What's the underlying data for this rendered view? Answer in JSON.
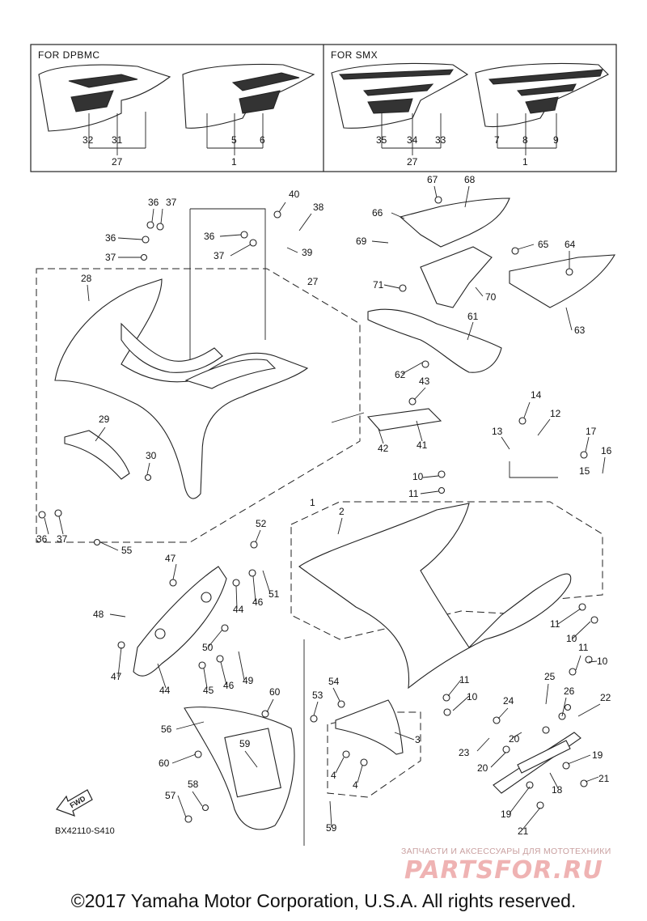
{
  "variants": {
    "left_title": "FOR DPBMC",
    "right_title": "FOR SMX"
  },
  "callouts": [
    "1",
    "2",
    "3",
    "4",
    "5",
    "6",
    "7",
    "8",
    "9",
    "10",
    "11",
    "12",
    "13",
    "14",
    "15",
    "16",
    "17",
    "18",
    "19",
    "20",
    "21",
    "22",
    "23",
    "24",
    "25",
    "26",
    "27",
    "28",
    "29",
    "30",
    "31",
    "32",
    "33",
    "34",
    "35",
    "36",
    "37",
    "38",
    "39",
    "40",
    "41",
    "42",
    "43",
    "44",
    "45",
    "46",
    "47",
    "48",
    "49",
    "50",
    "51",
    "52",
    "53",
    "54",
    "55",
    "56",
    "57",
    "58",
    "59",
    "60",
    "61",
    "62",
    "63",
    "64",
    "65",
    "66",
    "67",
    "68",
    "69",
    "70",
    "71"
  ],
  "diagram_code": "BX42110-S410",
  "fwd_label": "FWD",
  "watermark": {
    "text": "ЗАПЧАСТИ И АКСЕССУАРЫ ДЛЯ МОТОТЕХНИКИ",
    "logo": "PARTSFOR.RU"
  },
  "copyright": "©2017 Yamaha Motor Corporation, U.S.A. All rights reserved."
}
